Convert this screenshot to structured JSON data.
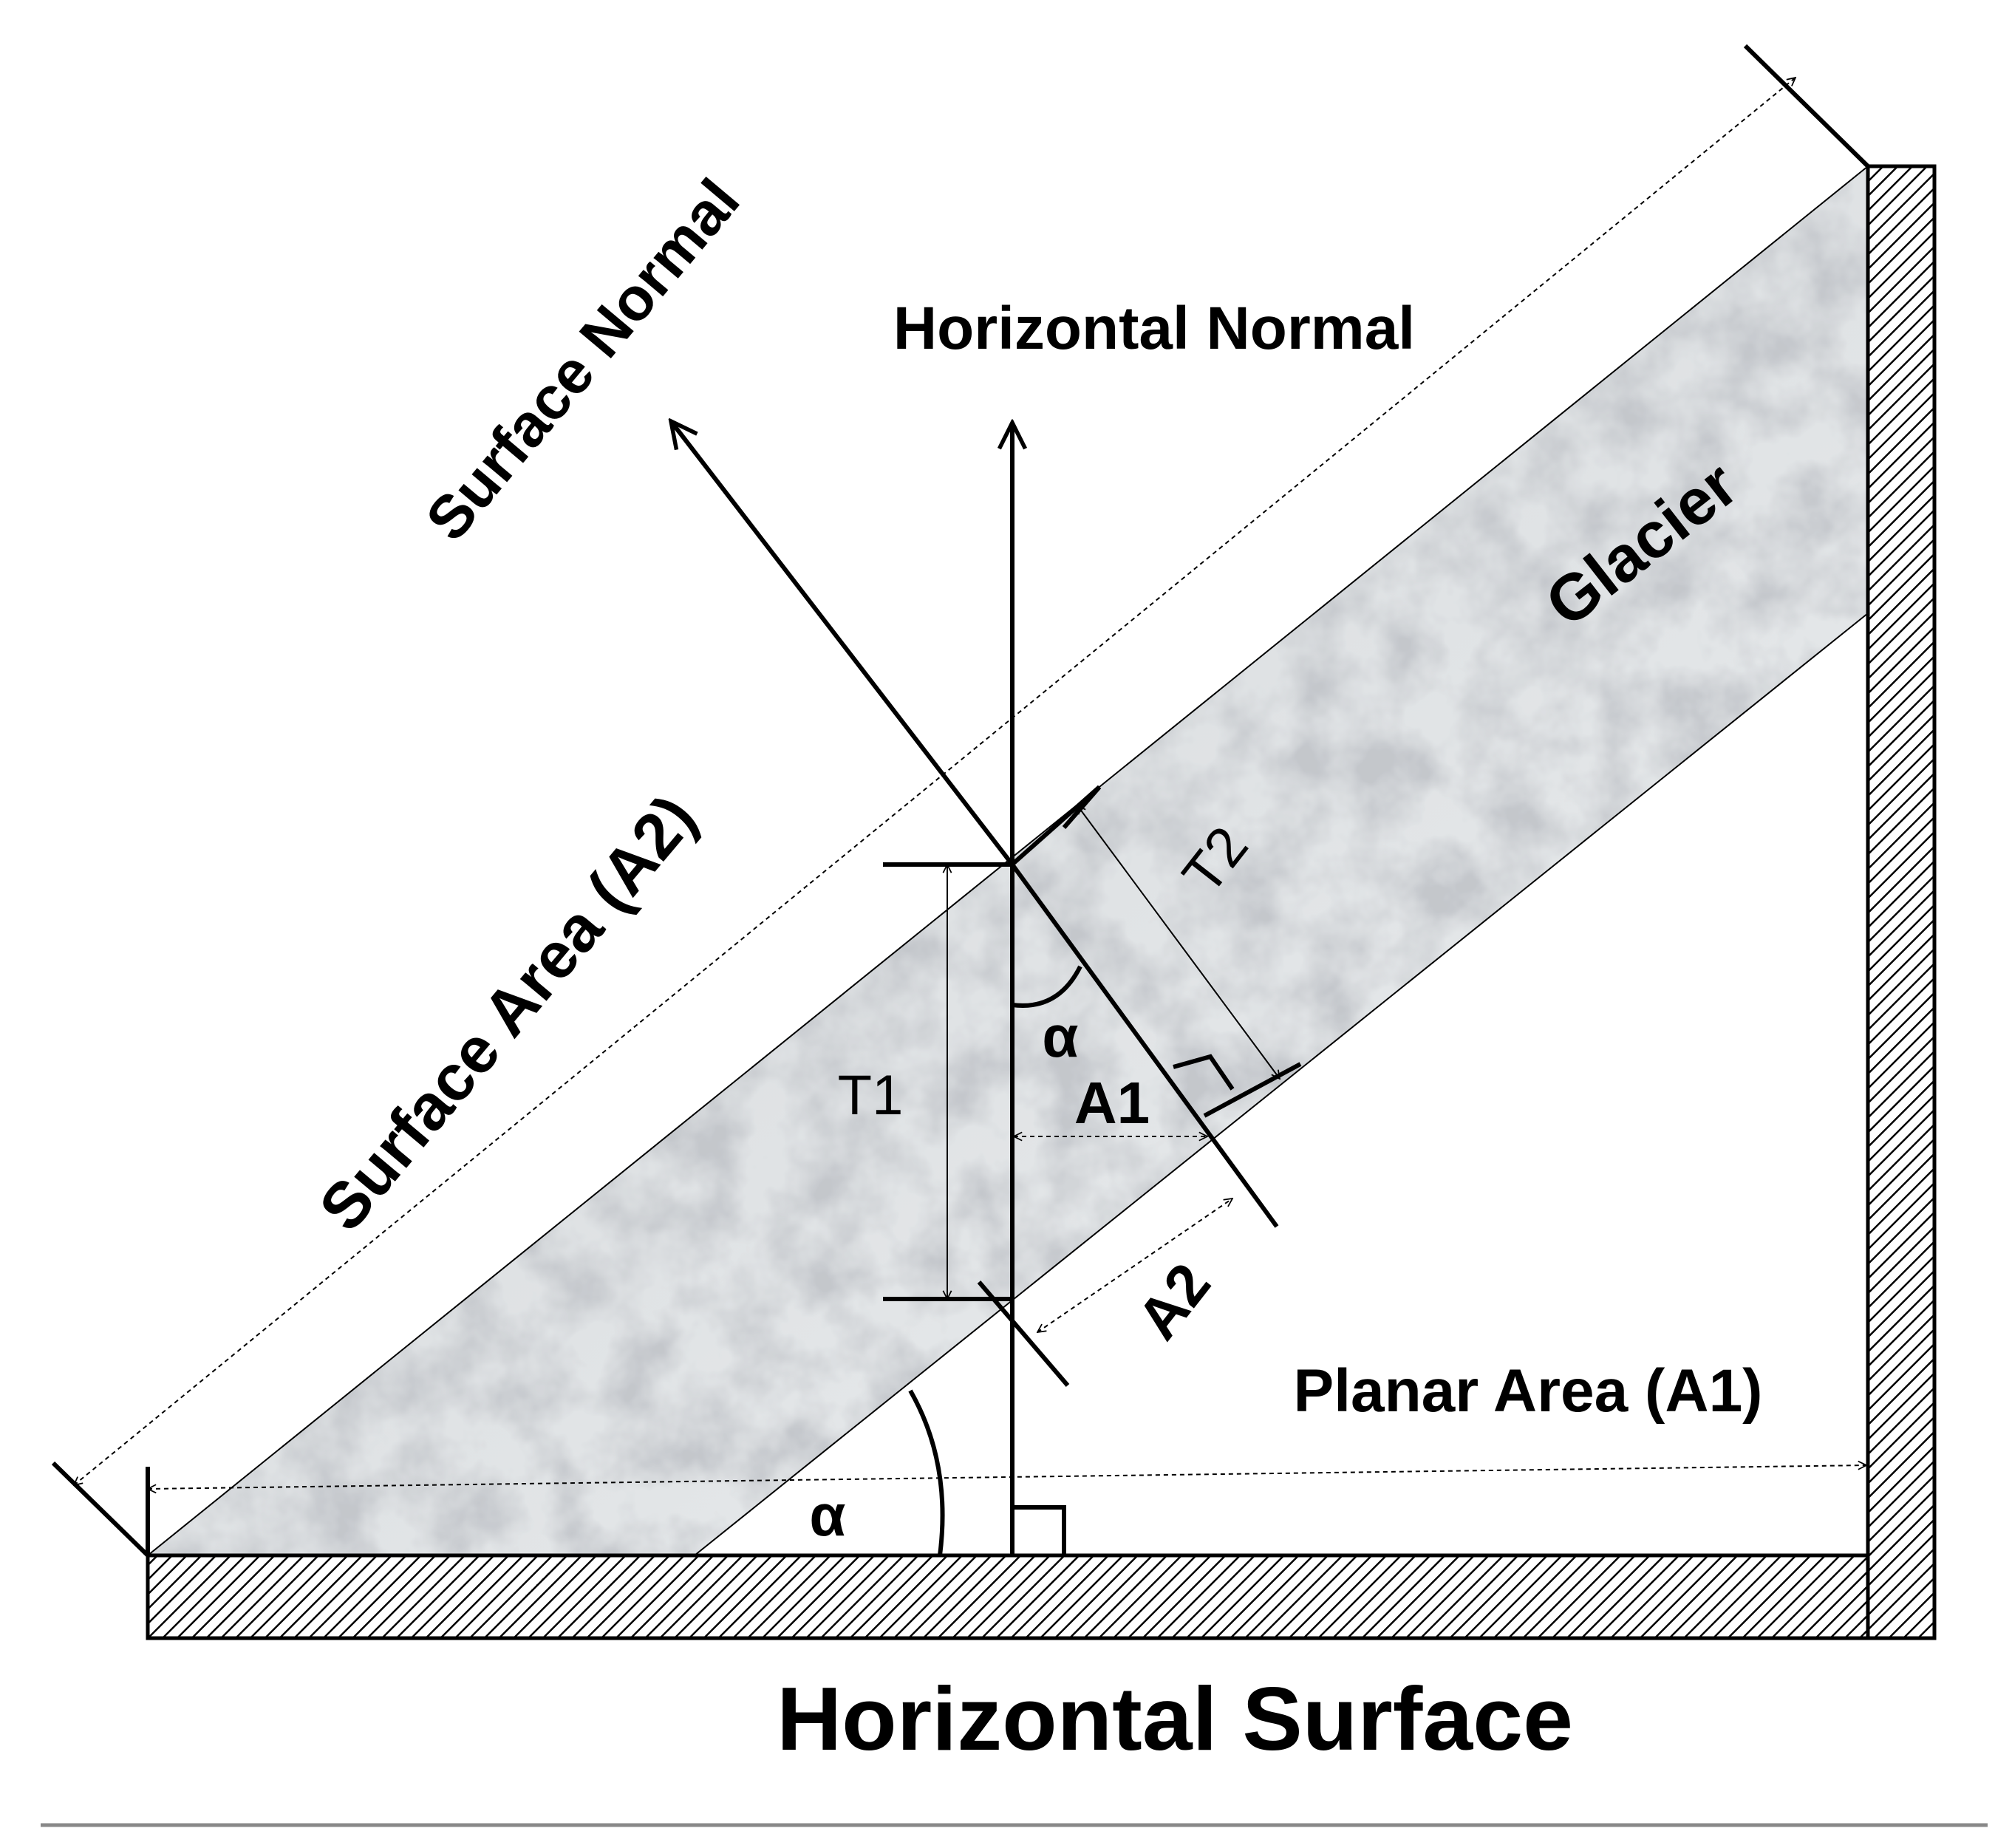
{
  "diagram": {
    "labels": {
      "surface_normal": "Surface Normal",
      "horizontal_normal": "Horizontal Normal",
      "glacier": "Glacier",
      "surface_area_a2": "Surface Area (A2)",
      "t1": "T1",
      "t2": "T2",
      "alpha_upper": "α",
      "alpha_lower": "α",
      "a1": "A1",
      "a2": "A2",
      "planar_area_a1": "Planar Area (A1)",
      "horizontal_surface": "Horizontal Surface"
    },
    "colors": {
      "ink": "#000000",
      "ice_base": "#e6e8ea",
      "ice_vein": "#9aa0a6",
      "divider": "#888888"
    },
    "icons": {
      "hatch": "diagonal-hatch-pattern",
      "arrowheads": "open-arrowhead"
    }
  }
}
